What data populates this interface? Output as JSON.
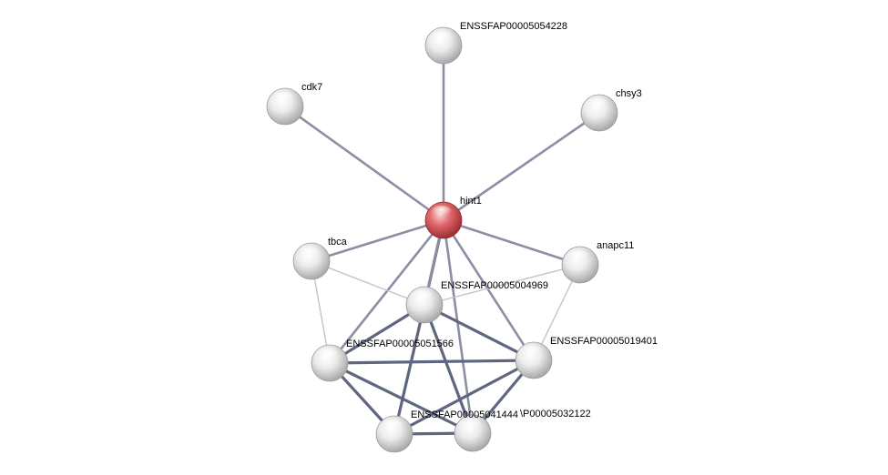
{
  "network": {
    "nodes": [
      {
        "id": "hint1",
        "label": "hint1",
        "color": "#e0676b",
        "query": true
      },
      {
        "id": "ENSSFAP00005054228",
        "label": "ENSSFAP00005054228",
        "color": "#e6e6e6"
      },
      {
        "id": "cdk7",
        "label": "cdk7",
        "color": "#e6e6e6"
      },
      {
        "id": "chsy3",
        "label": "chsy3",
        "color": "#e6e6e6"
      },
      {
        "id": "tbca",
        "label": "tbca",
        "color": "#e6e6e6"
      },
      {
        "id": "anapc11",
        "label": "anapc11",
        "color": "#e6e6e6"
      },
      {
        "id": "ENSSFAP00005004969",
        "label": "ENSSFAP00005004969",
        "color": "#e6e6e6"
      },
      {
        "id": "ENSSFAP00005051566",
        "label": "ENSSFAP00005051566",
        "color": "#e6e6e6"
      },
      {
        "id": "ENSSFAP00005019401",
        "label": "ENSSFAP00005019401",
        "color": "#e6e6e6"
      },
      {
        "id": "ENSSFAP00005041444",
        "label": "ENSSFAP00005041444",
        "color": "#e6e6e6"
      },
      {
        "id": "ENSSFAP00005032122",
        "label": "\\P00005032122",
        "color": "#e6e6e6"
      }
    ],
    "edges": [
      {
        "source": "hint1",
        "target": "ENSSFAP00005054228",
        "strength": "medium"
      },
      {
        "source": "hint1",
        "target": "cdk7",
        "strength": "medium"
      },
      {
        "source": "hint1",
        "target": "chsy3",
        "strength": "medium"
      },
      {
        "source": "hint1",
        "target": "tbca",
        "strength": "medium"
      },
      {
        "source": "hint1",
        "target": "anapc11",
        "strength": "medium"
      },
      {
        "source": "hint1",
        "target": "ENSSFAP00005004969",
        "strength": "strong"
      },
      {
        "source": "hint1",
        "target": "ENSSFAP00005051566",
        "strength": "medium"
      },
      {
        "source": "hint1",
        "target": "ENSSFAP00005019401",
        "strength": "medium"
      },
      {
        "source": "hint1",
        "target": "ENSSFAP00005041444",
        "strength": "medium"
      },
      {
        "source": "hint1",
        "target": "ENSSFAP00005032122",
        "strength": "medium"
      },
      {
        "source": "tbca",
        "target": "ENSSFAP00005004969",
        "strength": "weak"
      },
      {
        "source": "tbca",
        "target": "ENSSFAP00005051566",
        "strength": "weak"
      },
      {
        "source": "anapc11",
        "target": "ENSSFAP00005004969",
        "strength": "weak"
      },
      {
        "source": "anapc11",
        "target": "ENSSFAP00005019401",
        "strength": "weak"
      },
      {
        "source": "ENSSFAP00005004969",
        "target": "ENSSFAP00005051566",
        "strength": "strong"
      },
      {
        "source": "ENSSFAP00005004969",
        "target": "ENSSFAP00005019401",
        "strength": "strong"
      },
      {
        "source": "ENSSFAP00005004969",
        "target": "ENSSFAP00005041444",
        "strength": "strong"
      },
      {
        "source": "ENSSFAP00005004969",
        "target": "ENSSFAP00005032122",
        "strength": "strong"
      },
      {
        "source": "ENSSFAP00005051566",
        "target": "ENSSFAP00005019401",
        "strength": "strong"
      },
      {
        "source": "ENSSFAP00005051566",
        "target": "ENSSFAP00005041444",
        "strength": "strong"
      },
      {
        "source": "ENSSFAP00005051566",
        "target": "ENSSFAP00005032122",
        "strength": "strong"
      },
      {
        "source": "ENSSFAP00005019401",
        "target": "ENSSFAP00005041444",
        "strength": "strong"
      },
      {
        "source": "ENSSFAP00005019401",
        "target": "ENSSFAP00005032122",
        "strength": "strong"
      },
      {
        "source": "ENSSFAP00005041444",
        "target": "ENSSFAP00005032122",
        "strength": "strong"
      }
    ]
  },
  "edge_colors": {
    "strong": "#5f6680",
    "medium": "#8a8fa4",
    "weak": "#c3c3c9"
  }
}
